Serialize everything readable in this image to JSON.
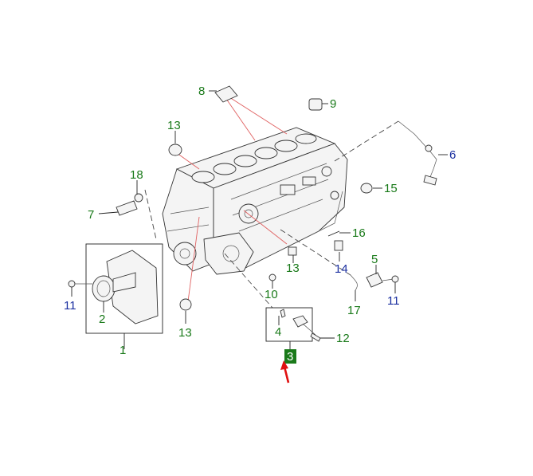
{
  "diagram": {
    "callouts": [
      {
        "id": "c1",
        "text": "1",
        "color": "green"
      },
      {
        "id": "c2",
        "text": "2",
        "color": "green"
      },
      {
        "id": "c3",
        "text": "3",
        "color": "green",
        "highlighted": true
      },
      {
        "id": "c4",
        "text": "4",
        "color": "green"
      },
      {
        "id": "c5",
        "text": "5",
        "color": "green"
      },
      {
        "id": "c6",
        "text": "6",
        "color": "blue"
      },
      {
        "id": "c7",
        "text": "7",
        "color": "green"
      },
      {
        "id": "c8",
        "text": "8",
        "color": "green"
      },
      {
        "id": "c9",
        "text": "9",
        "color": "green"
      },
      {
        "id": "c10",
        "text": "10",
        "color": "green"
      },
      {
        "id": "c11a",
        "text": "11",
        "color": "blue"
      },
      {
        "id": "c11b",
        "text": "11",
        "color": "blue"
      },
      {
        "id": "c12",
        "text": "12",
        "color": "green"
      },
      {
        "id": "c13a",
        "text": "13",
        "color": "green"
      },
      {
        "id": "c13b",
        "text": "13",
        "color": "green"
      },
      {
        "id": "c13c",
        "text": "13",
        "color": "green"
      },
      {
        "id": "c14",
        "text": "14",
        "color": "blue"
      },
      {
        "id": "c15",
        "text": "15",
        "color": "green"
      },
      {
        "id": "c16",
        "text": "16",
        "color": "green"
      },
      {
        "id": "c17",
        "text": "17",
        "color": "green"
      },
      {
        "id": "c18",
        "text": "18",
        "color": "green"
      }
    ],
    "colors": {
      "green": "#1a7a1a",
      "blue": "#1a2fa0",
      "highlight_bg": "#1a7a1a",
      "highlight_fg": "#ffffff",
      "arrow": "#e01010",
      "red_leader": "#e06060"
    },
    "pointer": {
      "icon": "red-arrow-icon",
      "target": "c3"
    }
  }
}
